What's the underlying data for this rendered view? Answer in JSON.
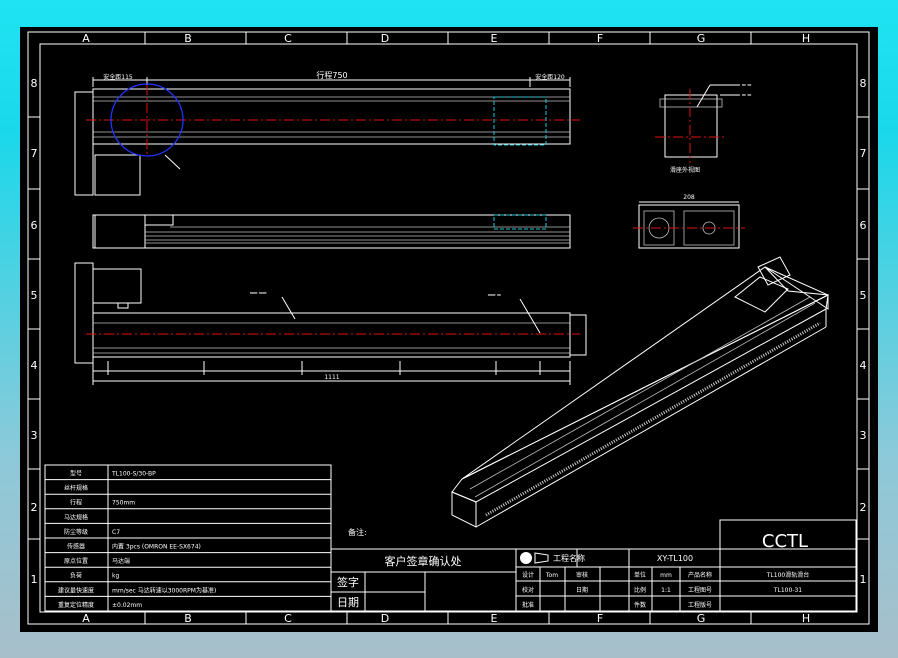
{
  "zones_top": [
    "A",
    "B",
    "C",
    "D",
    "E",
    "F",
    "G",
    "H"
  ],
  "zones_side": [
    "8",
    "7",
    "6",
    "5",
    "4",
    "3",
    "2",
    "1"
  ],
  "dims": {
    "stroke_top": "行程750",
    "safety_left": "安全距115",
    "safety_right": "安全距120",
    "section_label": "滑座外视图",
    "width_208": "208",
    "total_len": "1111"
  },
  "params": {
    "rows": [
      {
        "label": "型号",
        "value": "TL100-S/30-BP"
      },
      {
        "label": "丝杆规格",
        "value": ""
      },
      {
        "label": "行程",
        "value": "750mm"
      },
      {
        "label": "马达规格",
        "value": ""
      },
      {
        "label": "防尘等级",
        "value": "C7"
      },
      {
        "label": "传感器",
        "value": "内置 3pcs (OMRON EE-SX674)"
      },
      {
        "label": "原点位置",
        "value": "马达端"
      },
      {
        "label": "负荷",
        "value": "kg"
      },
      {
        "label": "建议最快速度",
        "value": "mm/sec 马达转速以3000RPM为基准)"
      },
      {
        "label": "重复定位精度",
        "value": "±0.02mm"
      }
    ]
  },
  "notes_label": "备注:",
  "confirm": {
    "title": "客户签章确认处",
    "sign": "签字",
    "date": "日期"
  },
  "titleblock": {
    "logo": "CCTL",
    "project_label": "工程名称",
    "project_value": "XY-TL100",
    "product_label": "产品名称",
    "product_value": "TL100滑轨滑台",
    "drawing_no_label": "工程图号",
    "drawing_no_value": "TL100-31",
    "version_label": "工程版号",
    "design": "设计",
    "check": "校对",
    "approve": "批准",
    "review": "审核",
    "date": "日期",
    "unit_label": "单位",
    "unit_value": "mm",
    "scale_label": "比例",
    "scale_value": "1:1",
    "qty_label": "件数",
    "designer": "Tom"
  }
}
